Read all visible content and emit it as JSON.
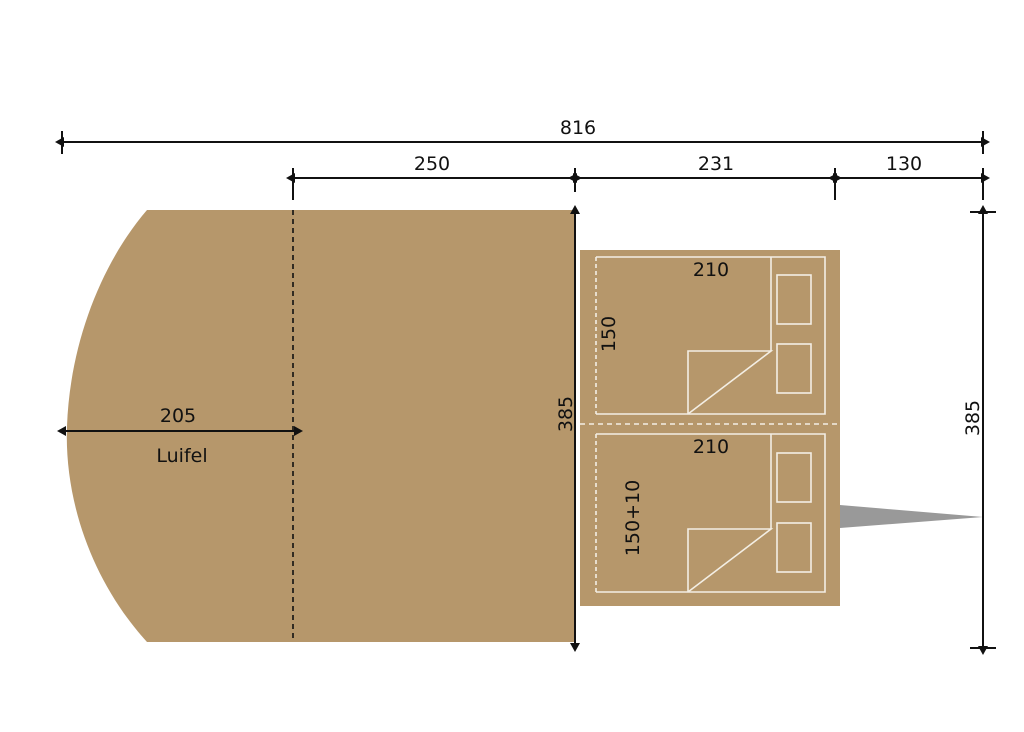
{
  "colors": {
    "canvas": "#b6976b",
    "line": "#111111",
    "bed_line": "#f3eee4",
    "guy": "#999999"
  },
  "dimensions": {
    "total_length": "816",
    "awning_section": "250",
    "bedroom_section": "231",
    "tail_section": "130",
    "height_right": "385",
    "height_middle": "385",
    "awning_depth": "205"
  },
  "labels": {
    "awning": "Luifel"
  },
  "beds": [
    {
      "length": "210",
      "width": "150"
    },
    {
      "length": "210",
      "width": "150+10"
    }
  ]
}
